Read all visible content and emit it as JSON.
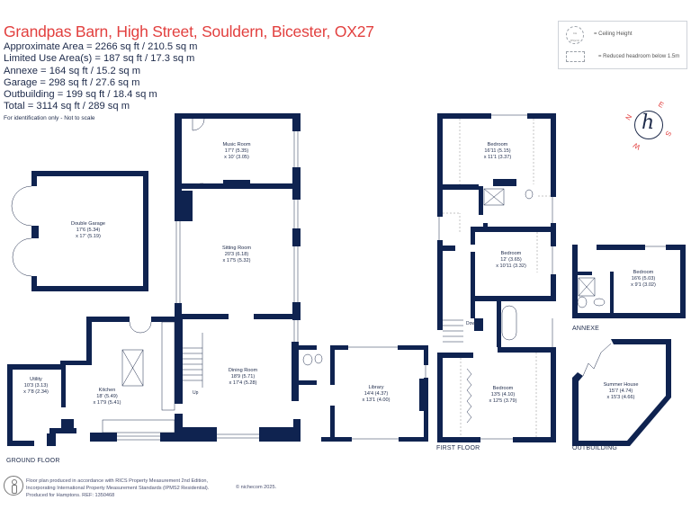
{
  "header": {
    "title": "Grandpas Barn, High Street, Souldern, Bicester, OX27",
    "areas": [
      "Approximate Area = 2266 sq ft / 210.5 sq m",
      "Limited Use Area(s) = 187 sq ft / 17.3 sq m",
      "Annexe = 164 sq ft / 15.2 sq m",
      "Garage = 298 sq ft / 27.6 sq m",
      "Outbuilding = 199 sq ft / 18.4 sq m",
      "Total = 3114 sq ft / 289 sq m"
    ],
    "note": "For identification only - Not to scale"
  },
  "legend": {
    "ceiling_icon_text": "CH 8'5(2.6)",
    "ceiling_label": "= Ceiling Height",
    "reduced_label": "= Reduced headroom below 1.5m"
  },
  "compass": {
    "logo": "h",
    "n": "N",
    "e": "E",
    "s": "S",
    "w": "W"
  },
  "floors": {
    "ground": "GROUND FLOOR",
    "first": "FIRST FLOOR",
    "annexe": "ANNEXE",
    "outbuilding": "OUTBUILDING"
  },
  "rooms": {
    "double_garage": {
      "name": "Double Garage",
      "dim1": "17'6 (5.34)",
      "dim2": "x 17' (5.19)"
    },
    "music_room": {
      "name": "Music Room",
      "dim1": "17'7 (5.35)",
      "dim2": "x 10' (3.05)"
    },
    "sitting_room": {
      "name": "Sitting Room",
      "dim1": "20'3 (6.18)",
      "dim2": "x 17'5 (5.32)"
    },
    "utility": {
      "name": "Utility",
      "dim1": "10'3 (3.13)",
      "dim2": "x 7'8 (2.34)"
    },
    "kitchen": {
      "name": "Kitchen",
      "dim1": "18' (5.49)",
      "dim2": "x 17'9 (5.41)"
    },
    "dining_room": {
      "name": "Dining Room",
      "dim1": "18'9 (5.71)",
      "dim2": "x 17'4 (5.28)"
    },
    "library": {
      "name": "Library",
      "dim1": "14'4 (4.37)",
      "dim2": "x 13'1 (4.00)"
    },
    "bedroom1": {
      "name": "Bedroom",
      "dim1": "16'11 (5.15)",
      "dim2": "x 11'1 (3.37)"
    },
    "bedroom2": {
      "name": "Bedroom",
      "dim1": "12' (3.65)",
      "dim2": "x 10'11 (3.32)"
    },
    "bedroom3": {
      "name": "Bedroom",
      "dim1": "13'5 (4.10)",
      "dim2": "x 12'5 (3.79)"
    },
    "annexe_bedroom": {
      "name": "Bedroom",
      "dim1": "16'6 (5.03)",
      "dim2": "x 9'1 (3.02)"
    },
    "summer_house": {
      "name": "Summer House",
      "dim1": "15'7 (4.74)",
      "dim2": "x 15'3 (4.66)"
    }
  },
  "stairs": {
    "up": "Up",
    "down": "Down"
  },
  "footer": {
    "line1": "Floor plan produced in accordance with RICS Property Measurement 2nd Edition,",
    "line2": "Incorporating International Property Measurement Standards (IPMS2 Residential).",
    "line3": "Produced for Hamptons.   REF:  1350468",
    "copyright": "© nichecom 2025."
  },
  "colors": {
    "wall": "#0f2350",
    "title": "#e2403f",
    "text": "#1d2a4a"
  }
}
